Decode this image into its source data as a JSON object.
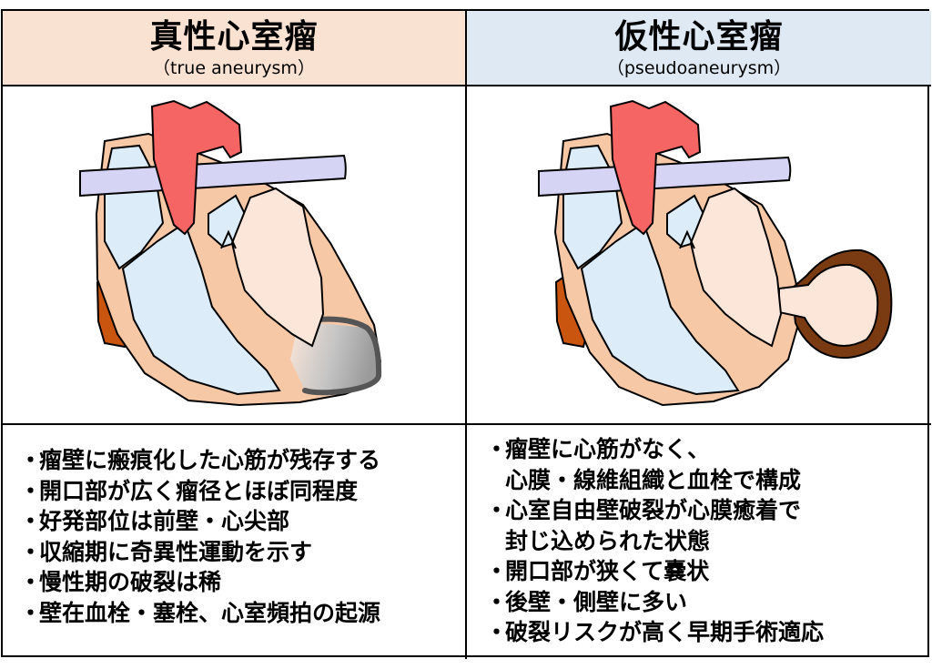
{
  "left": {
    "title": "真性心室瘤",
    "subtitle": "（true aneurysm）",
    "bullet": "・",
    "items": [
      "瘤壁に瘢痕化した心筋が残存する",
      "開口部が広く瘤径とほぼ同程度",
      "好発部位は前壁・心尖部",
      "収縮期に奇異性運動を示す",
      "慢性期の破裂は稀",
      "壁在血栓・塞栓、心室頻拍の起源"
    ]
  },
  "right": {
    "title": "仮性心室瘤",
    "subtitle": "（pseudoaneurysm）",
    "bullet": "・",
    "items": [
      {
        "line1": "瘤壁に心筋がなく、",
        "line2": "心膜・線維組織と血栓で構成"
      },
      {
        "line1": "心室自由壁破裂が心膜癒着で",
        "line2": "封じ込められた状態"
      },
      {
        "line1": "開口部が狭くて嚢状"
      },
      {
        "line1": "後壁・側壁に多い"
      },
      {
        "line1": "破裂リスクが高く早期手術適応"
      }
    ]
  },
  "colors": {
    "left_header_bg": "#fae2d3",
    "right_header_bg": "#dee9f4",
    "myocardium": "#f7c8a6",
    "right_chambers": "#dcecf8",
    "left_chambers": "#fbe6d9",
    "aorta": "#f46563",
    "pulmonary_artery": "#d6d4f5",
    "vena_cava": "#c9550f",
    "true_aneurysm_scar": "#a8a8a8",
    "pseudoaneurysm_wall": "#7a3a12"
  }
}
